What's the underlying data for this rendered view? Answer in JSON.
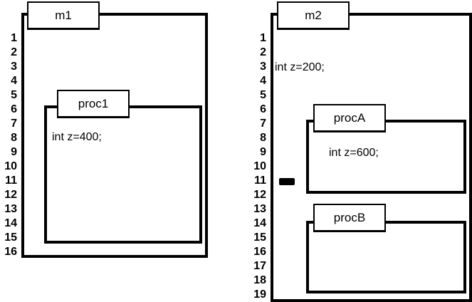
{
  "panels": [
    {
      "title": "m1",
      "line_numbers": [
        "1",
        "2",
        "3",
        "4",
        "5",
        "6",
        "7",
        "8",
        "9",
        "10",
        "11",
        "12",
        "13",
        "14",
        "15",
        "16"
      ],
      "blocks": [
        {
          "title": "proc1",
          "code": "int z=400;"
        }
      ]
    },
    {
      "title": "m2",
      "line_numbers": [
        "1",
        "2",
        "3",
        "4",
        "5",
        "6",
        "7",
        "8",
        "9",
        "10",
        "11",
        "12",
        "13",
        "14",
        "15",
        "16",
        "17",
        "18",
        "19"
      ],
      "code": "int z=200;",
      "blocks": [
        {
          "title": "procA",
          "code": "int z=600;"
        },
        {
          "title": "procB",
          "code": ""
        }
      ]
    }
  ]
}
